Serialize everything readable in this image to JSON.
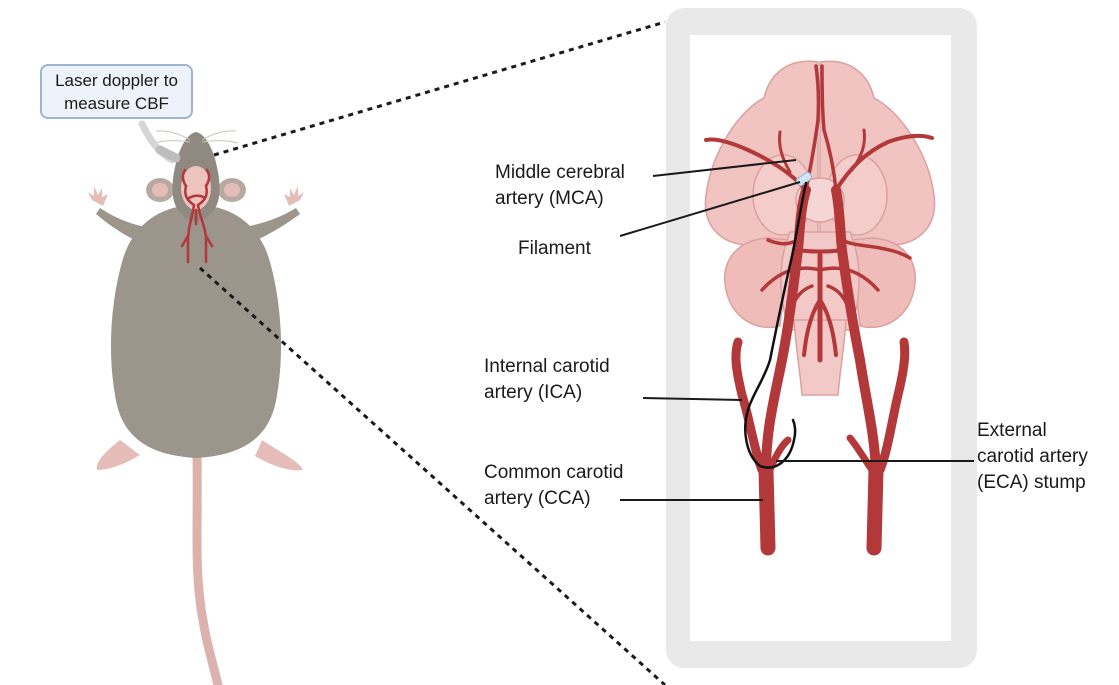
{
  "callout": {
    "line1": "Laser doppler to",
    "line2": "measure CBF"
  },
  "labels": {
    "mca": {
      "line1": "Middle cerebral",
      "line2": "artery (MCA)"
    },
    "filament": {
      "line1": "Filament"
    },
    "ica": {
      "line1": "Internal carotid",
      "line2": "artery (ICA)"
    },
    "cca": {
      "line1": "Common carotid",
      "line2": "artery (CCA)"
    },
    "eca": {
      "line1": "External",
      "line2": "carotid artery",
      "line3": "(ECA) stump"
    }
  },
  "colors": {
    "mouse_body": "#9b958c",
    "mouse_paw": "#e5bdb8",
    "tail": "#dcb2ad",
    "artery": "#b2383a",
    "brain": "#f1c3c1",
    "brain_outline": "#d9a1a0",
    "panel_frame": "#e9e9e9",
    "callout_fill": "#eef2fa",
    "callout_border": "#9fb4d4",
    "filament": "#111111"
  }
}
